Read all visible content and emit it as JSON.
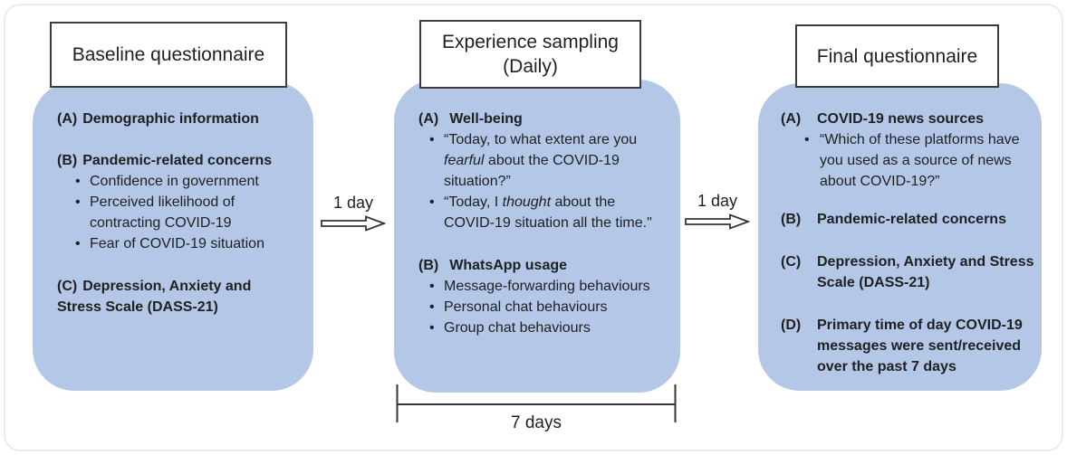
{
  "colors": {
    "box_fill": "#b4c7e7",
    "title_border": "#3c3c3c",
    "text": "#1e2022",
    "line": "#363636",
    "frame": "#e9ecef"
  },
  "icons": {
    "connector_arrow": "right-arrow-icon",
    "duration_bracket": "bracket-icon"
  },
  "stages": [
    {
      "title": "Baseline questionnaire",
      "sections": [
        {
          "label": "(A)",
          "heading": "Demographic information"
        },
        {
          "label": "(B)",
          "heading": "Pandemic-related concerns",
          "bullets": [
            "Confidence in government",
            "Perceived likelihood of contracting COVID-19",
            "Fear of COVID-19 situation"
          ]
        },
        {
          "label": "(C)",
          "heading": "Depression, Anxiety and Stress Scale (DASS-21)"
        }
      ]
    },
    {
      "title_line1": "Experience sampling",
      "title_line2": "(Daily)",
      "sections": [
        {
          "label": "(A)",
          "heading": "Well-being",
          "quote_bullets": [
            {
              "pre": "“Today, to what extent are you ",
              "em": "fearful",
              "post": " about the COVID-19 situation?”"
            },
            {
              "pre": "“Today, I ",
              "em": "thought",
              "post": " about the COVID-19 situation all the time.\""
            }
          ]
        },
        {
          "label": "(B)",
          "heading": "WhatsApp usage",
          "bullets": [
            "Message-forwarding behaviours",
            "Personal chat behaviours",
            "Group chat behaviours"
          ]
        }
      ]
    },
    {
      "title": "Final questionnaire",
      "sections": [
        {
          "label": "(A)",
          "heading": "COVID-19 news sources",
          "bullets": [
            "“Which of these platforms have you used as a source of news about COVID-19?”"
          ]
        },
        {
          "label": "(B)",
          "heading": "Pandemic-related concerns"
        },
        {
          "label": "(C)",
          "heading": "Depression, Anxiety and Stress Scale (DASS-21)"
        },
        {
          "label": "(D)",
          "heading": "Primary time of day COVID-19 messages were sent/received over the past 7 days"
        }
      ]
    }
  ],
  "connectors": [
    {
      "label": "1 day"
    },
    {
      "label": "1 day"
    }
  ],
  "duration": {
    "label": "7 days"
  }
}
